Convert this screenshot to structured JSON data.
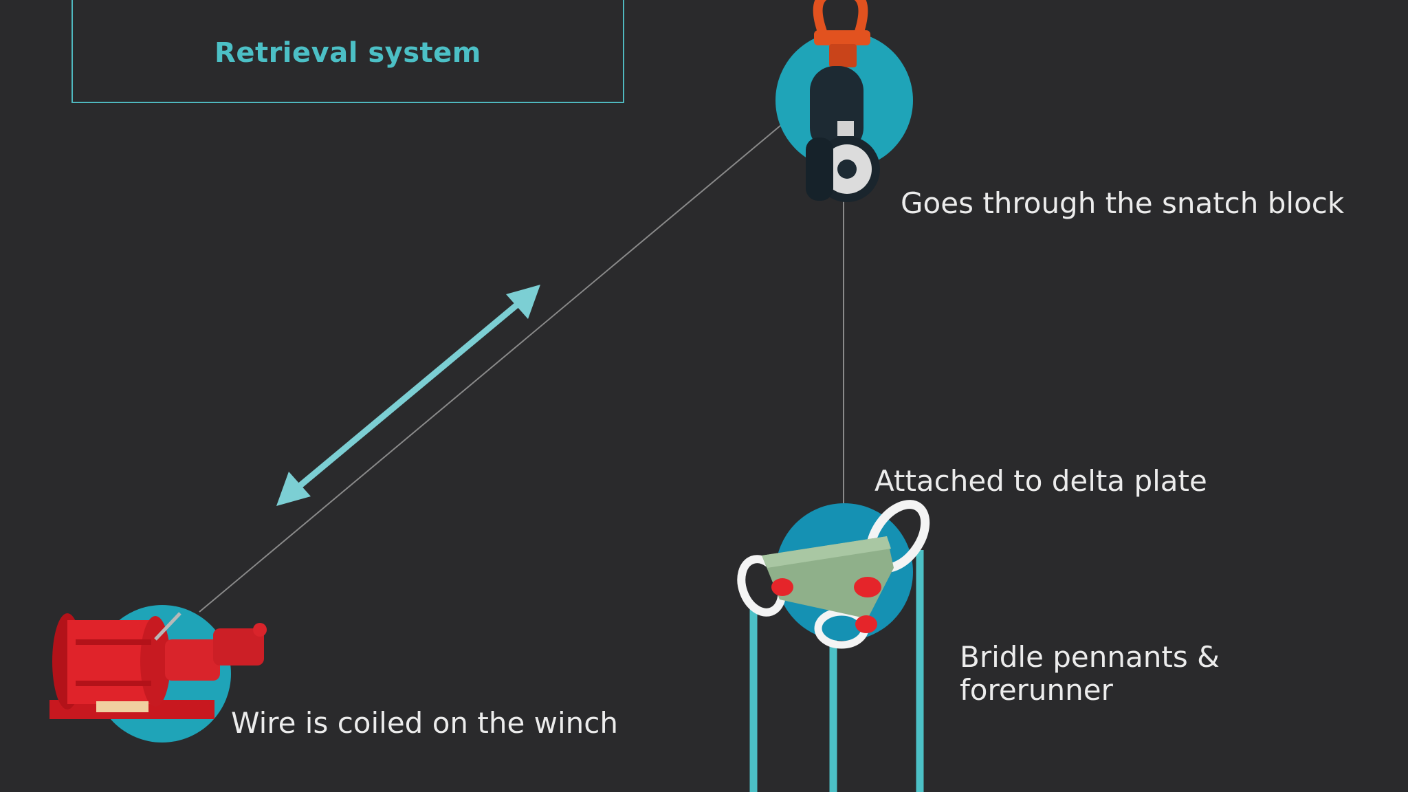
{
  "title": "Retrieval system",
  "labels": {
    "snatch_block": "Goes through the snatch block",
    "delta_plate": "Attached to delta plate",
    "bridle_line1": "Bridle pennants &",
    "bridle_line2": "forerunner",
    "winch": "Wire is coiled on the winch"
  },
  "colors": {
    "background": "#2a2a2c",
    "accent_teal": "#4cc0c6",
    "circle_teal": "#1fa4b8",
    "winch_red": "#d9242b",
    "wire_gray": "#8a8a8a",
    "plate_green": "#8fb08a",
    "block_dark": "#1d2a33",
    "shackle_orange": "#e2521f"
  },
  "icons": {
    "snatch_block": "snatch-block-icon",
    "delta_plate": "delta-plate-icon",
    "winch": "winch-icon",
    "arrow": "double-arrow-icon"
  }
}
